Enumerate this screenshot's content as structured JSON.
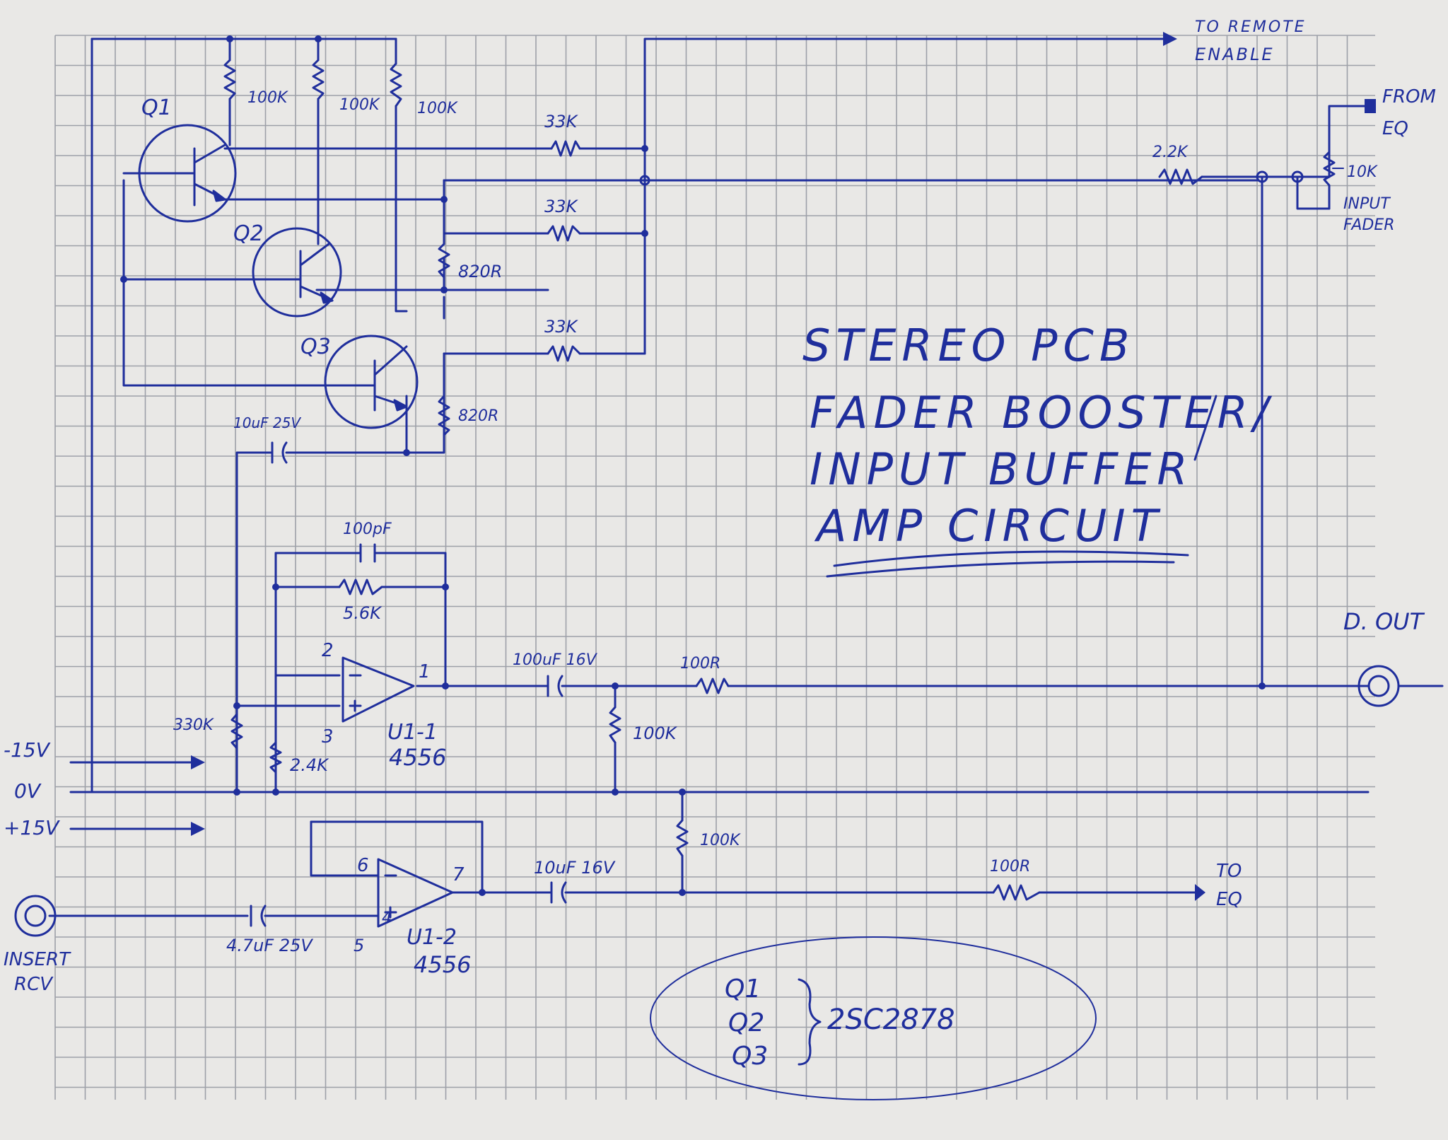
{
  "title": [
    "STEREO PCB",
    "FADER BOOSTER/",
    "INPUT BUFFER",
    "AMP CIRCUIT"
  ],
  "transistor_labels": [
    "Q1",
    "Q2",
    "Q3"
  ],
  "resistors": {
    "r100k_1": "100K",
    "r100k_2": "100K",
    "r100k_3": "100K",
    "r33k_1": "33K",
    "r33k_2": "33K",
    "r33k_3": "33K",
    "r820_1": "820R",
    "r820_2": "820R",
    "r22k": "2.2K",
    "r10k": "10K",
    "r56k": "5.6K",
    "r330k": "330K",
    "r24k": "2.4K",
    "r100k_out": "100K",
    "r100r_out": "100R",
    "r100k_eq": "100K",
    "r100r_eq": "100R"
  },
  "capacitors": {
    "c10u25": "10uF 25V",
    "c100p": "100pF",
    "c100u16": "100uF 16V",
    "c10u16": "10uF 16V",
    "c47u25": "4.7uF 25V"
  },
  "opamps": {
    "u1_1": "U1-1",
    "u1_1_part": "4556",
    "u1_2": "U1-2",
    "u1_2_part": "4556",
    "pins_u1_1": [
      "2",
      "3",
      "1"
    ],
    "pins_u1_2": [
      "6",
      "4",
      "7",
      "5"
    ]
  },
  "rails": {
    "neg": "-15V",
    "zero": "0V",
    "pos": "+15V"
  },
  "io": {
    "remote": [
      "TO REMOTE",
      "ENABLE"
    ],
    "from_eq": [
      "FROM",
      "EQ"
    ],
    "input_fader": [
      "INPUT",
      "FADER"
    ],
    "d_out": "D. OUT",
    "insert": [
      "INSERT",
      "RCV"
    ],
    "to_eq": [
      "TO",
      "EQ"
    ]
  },
  "note": {
    "q_lines": [
      "Q1",
      "Q2",
      "Q3"
    ],
    "part": "2SC2878"
  },
  "colors": {
    "ink": "#1f2e9c",
    "paper": "#e9e8e6",
    "grid": "#9da0a8"
  }
}
